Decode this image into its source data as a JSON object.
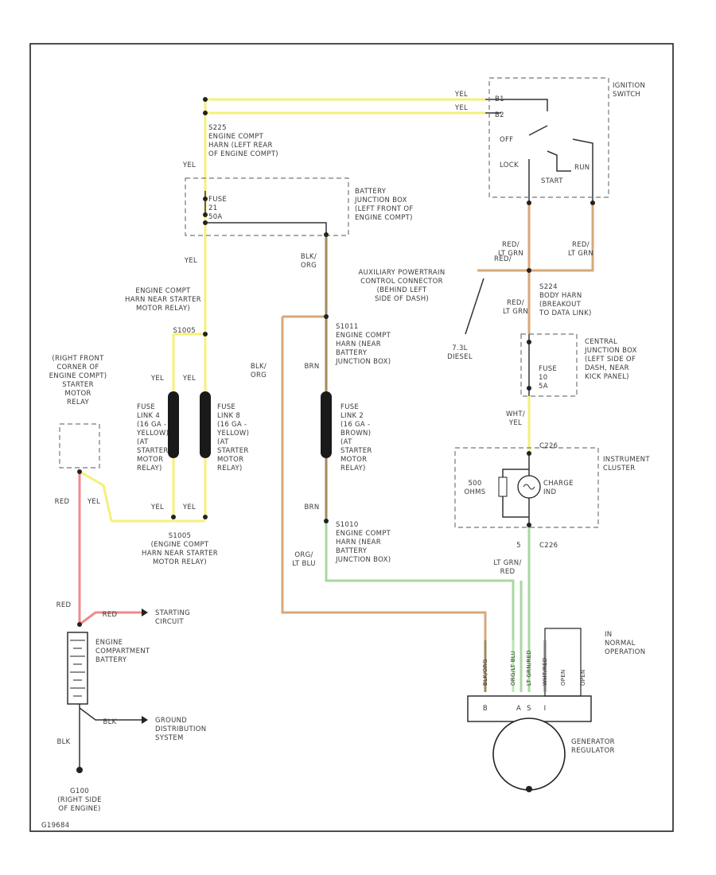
{
  "colors": {
    "yel": "#f4f07a",
    "red": "#f08a8a",
    "orange": "#d8a878",
    "brown": "#a08a58",
    "green": "#a8d8a0",
    "ltgrn": "#b8e8b0",
    "black": "#333333"
  },
  "labels": {
    "ignition_switch": [
      "IGNITION",
      "SWITCH"
    ],
    "ign_b1": "B1",
    "ign_b2": "B2",
    "ign_off": "OFF",
    "ign_lock": "LOCK",
    "ign_run": "RUN",
    "ign_start": "START",
    "yel_top1": "YEL",
    "yel_top2": "YEL",
    "s225": [
      "S225",
      "ENGINE COMPT",
      "HARN (LEFT REAR",
      "OF ENGINE COMPT)"
    ],
    "yel_s225": "YEL",
    "fuse21": [
      "FUSE",
      "21",
      "50A"
    ],
    "battery_junction_box": [
      "BATTERY",
      "JUNCTION BOX",
      "(LEFT FRONT OF",
      "ENGINE COMPT)"
    ],
    "yel_mid": "YEL",
    "blk_org_upper": [
      "BLK/",
      "ORG"
    ],
    "red_ltgrn_left": [
      "RED/",
      "LT GRN"
    ],
    "red_ltgrn_right": [
      "RED/",
      "LT GRN"
    ],
    "aux_powertrain": [
      "AUXILIARY POWERTRAIN",
      "CONTROL CONNECTOR",
      "(BEHIND LEFT",
      "SIDE OF DASH)"
    ],
    "red_at_aux": "RED/",
    "red_ltgrn_s224": [
      "RED/",
      "LT GRN"
    ],
    "s224": [
      "S224",
      "BODY HARN",
      "(BREAKOUT",
      "TO DATA LINK)"
    ],
    "engine_compt_harn_near_starter": [
      "ENGINE COMPT",
      "HARN NEAR STARTER",
      "MOTOR RELAY)"
    ],
    "s1005_top": "S1005",
    "s1011": [
      "S1011",
      "ENGINE COMPT",
      "HARN (NEAR",
      "BATTERY",
      "JUNCTION BOX)"
    ],
    "brn_upper": "BRN",
    "tsl_diesel": [
      "7.3L",
      "DIESEL"
    ],
    "central_junction_box": [
      "CENTRAL",
      "JUNCTION BOX",
      "(LEFT SIDE OF",
      "DASH, NEAR",
      "KICK PANEL)"
    ],
    "fuse10": [
      "FUSE",
      "10",
      "5A"
    ],
    "right_front_corner": [
      "(RIGHT FRONT",
      "CORNER OF",
      "ENGINE COMPT)",
      "STARTER",
      "MOTOR",
      "RELAY"
    ],
    "yel_fl4": "YEL",
    "yel_fl8": "YEL",
    "blk_org_left": [
      "BLK/",
      "ORG"
    ],
    "fuse_link4": [
      "FUSE",
      "LINK 4",
      "(16 GA -",
      "YELLOW)",
      "(AT",
      "STARTER",
      "MOTOR",
      "RELAY)"
    ],
    "fuse_link8": [
      "FUSE",
      "LINK 8",
      "(16 GA -",
      "YELLOW)",
      "(AT",
      "STARTER",
      "MOTOR",
      "RELAY)"
    ],
    "fuse_link2": [
      "FUSE",
      "LINK 2",
      "(16 GA -",
      "BROWN)",
      "(AT",
      "STARTER",
      "MOTOR",
      "RELAY)"
    ],
    "wht_yel": [
      "WHT/",
      "YEL"
    ],
    "c226": "C226",
    "instrument_cluster": [
      "INSTRUMENT",
      "CLUSTER"
    ],
    "ohm": [
      "500",
      "OHMS"
    ],
    "charge_ind": [
      "CHARGE",
      "IND"
    ],
    "red_yel_left": "RED",
    "yel_left_lower": "YEL",
    "brn_lower": "BRN",
    "yel_bot1": "YEL",
    "yel_bot2": "YEL",
    "s1005_bot": [
      "S1005",
      "(ENGINE COMPT",
      "HARN NEAR STARTER",
      "MOTOR RELAY)"
    ],
    "s1010": [
      "S1010",
      "ENGINE COMPT",
      "HARN (NEAR",
      "BATTERY",
      "JUNCTION BOX)"
    ],
    "org_ltblu": [
      "ORG/",
      "LT BLU"
    ],
    "c226_bot": "C226",
    "five": "5",
    "ltgrn_red": [
      "LT GRN/",
      "RED"
    ],
    "red_lower": "RED",
    "red_bat": "RED",
    "starting_circuit": [
      "STARTING",
      "CIRCUIT"
    ],
    "engine_compt_battery": [
      "ENGINE",
      "COMPARTMENT",
      "BATTERY"
    ],
    "blk_gnd": "BLK",
    "ground_distribution": [
      "GROUND",
      "DISTRIBUTION",
      "SYSTEM"
    ],
    "blk_bottom": "BLK",
    "g100": [
      "G100",
      "(RIGHT SIDE",
      "OF ENGINE)"
    ],
    "normal_operation": [
      "IN",
      "NORMAL",
      "OPERATION"
    ],
    "generator_regulator": [
      "GENERATOR",
      "REGULATOR"
    ],
    "gen_wires": [
      "BLK/ORG",
      "ORG/LT BLU",
      "LT GRN/RED",
      "WHT/RED",
      "OPEN",
      "OPEN"
    ],
    "gen_pins": [
      "B",
      "A",
      "S",
      "I"
    ],
    "fig_number": "G19684"
  }
}
